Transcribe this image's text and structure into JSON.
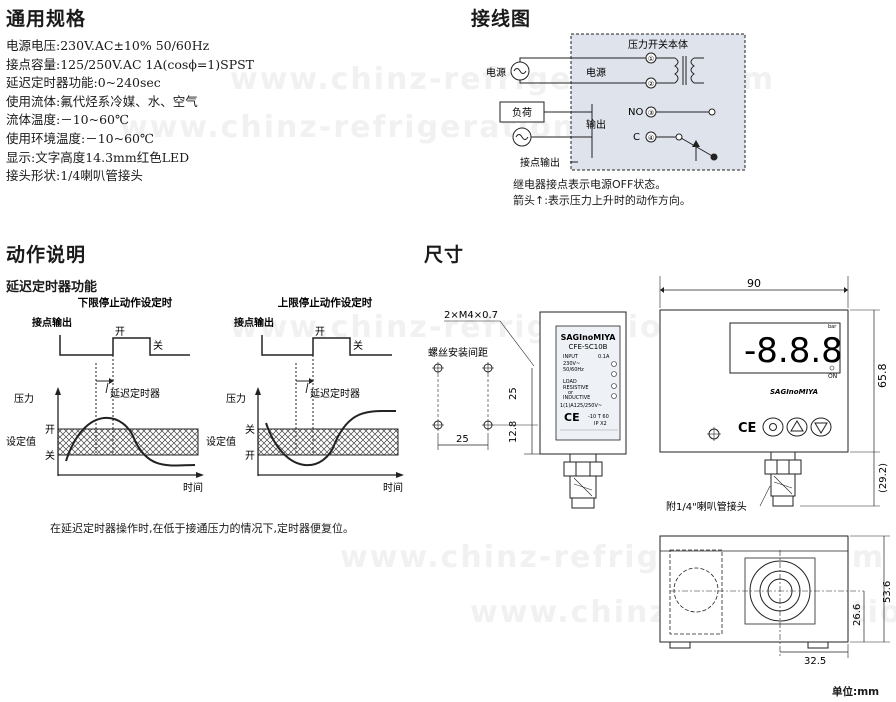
{
  "sections": {
    "general_spec_title": "通用规格",
    "wiring_title": "接线图",
    "operation_title": "动作说明",
    "dimensions_title": "尺寸"
  },
  "specs": [
    "电源电压:230V.AC±10%  50/60Hz",
    "接点容量:125/250V.AC 1A(cosϕ=1)SPST",
    "延迟定时器功能:0~240sec",
    "使用流体:氟代烃系冷媒、水、空气",
    "流体温度:－10~60℃",
    "使用环境温度:－10~60℃",
    "显示:文字高度14.3mm红色LED",
    "接头形状:1/4喇叭管接头"
  ],
  "wiring": {
    "body_label": "压力开关本体",
    "power_left": "电源",
    "power_inner": "电源",
    "load": "负荷",
    "output": "输出",
    "no": "NO",
    "c": "C",
    "contact_output": "接点输出",
    "t1": "①",
    "t2": "②",
    "t3": "③",
    "t4": "④",
    "note1": "继电器接点表示电源OFF状态。",
    "note2": "箭头↑:表示压力上升时的动作方向。"
  },
  "operation": {
    "delay_title": "延迟定时器功能",
    "left_title": "下限停止动作设定时",
    "right_title": "上限停止动作设定时",
    "contact_output": "接点输出",
    "on": "开",
    "off": "关",
    "delay_timer": "延迟定时器",
    "pressure": "压力",
    "set_value": "设定值",
    "time": "时间",
    "footnote": "在延迟定时器操作时,在低于接通压力的情况下,定时器便复位。"
  },
  "dimensions": {
    "screw": "2×M4×0.7",
    "mount_pitch": "螺丝安装间距",
    "d90": "90",
    "d65_8": "65.8",
    "d25_v": "25",
    "d12_8": "12.8",
    "d25_h": "25",
    "d29_2": "(29.2)",
    "flare_label": "附1/4\"喇叭管接头",
    "d53_6": "53.6",
    "d26_6": "26.6",
    "d32_5": "32.5",
    "unit": "单位:mm",
    "brand": "SAGInoMIYA",
    "model": "CFE-SC10B",
    "display_digits": "-8.8.8",
    "bar": "bar",
    "on_label": "ON",
    "input_label": "INPUT",
    "input_v": "230V~",
    "input_hz": "50/60Hz",
    "load_label": "LOAD",
    "resistive": "RESISTIVE",
    "or": "or",
    "inductive": "INDUCTIVE",
    "rating": "1(1)A125/250V~",
    "temp": "-10  T  60",
    "ipx": "IP X2",
    "fuse": "0.1A",
    "ce": "CE"
  },
  "watermark": "www.chinz-refrigeration.com"
}
